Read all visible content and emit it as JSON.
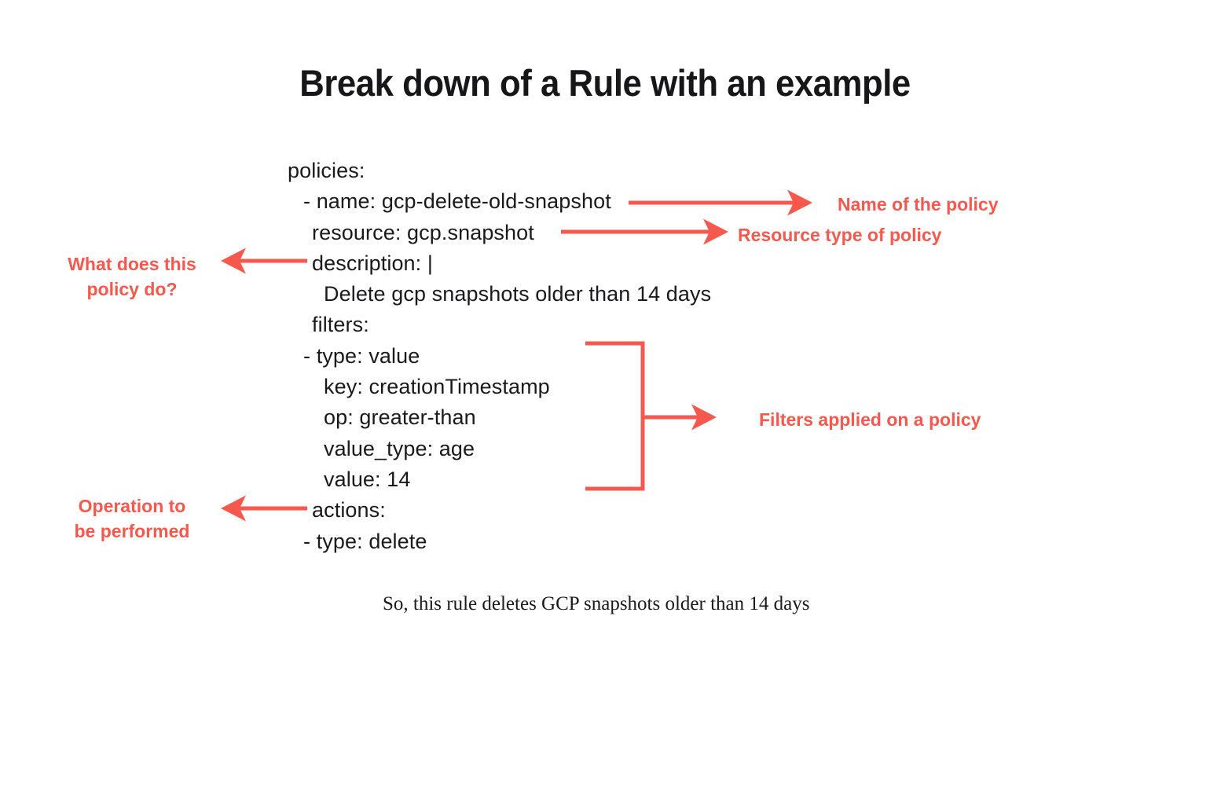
{
  "title": "Break down of a Rule with an example",
  "accent_color": "#f7584e",
  "text_color": "#1a1a1c",
  "background_color": "#ffffff",
  "code_block": {
    "language": "yaml",
    "lines": [
      {
        "text": "policies:",
        "indent": 0
      },
      {
        "text": "- name: gcp-delete-old-snapshot",
        "indent": 1
      },
      {
        "text": "resource: gcp.snapshot",
        "indent": 2
      },
      {
        "text": "description: |",
        "indent": 2
      },
      {
        "text": "Delete gcp snapshots older than 14 days",
        "indent": 3
      },
      {
        "text": "filters:",
        "indent": 2
      },
      {
        "text": "- type: value",
        "indent": 1
      },
      {
        "text": "key: creationTimestamp",
        "indent": 3
      },
      {
        "text": "op: greater-than",
        "indent": 3
      },
      {
        "text": "value_type: age",
        "indent": 3
      },
      {
        "text": "value: 14",
        "indent": 3
      },
      {
        "text": "actions:",
        "indent": 2
      },
      {
        "text": "- type: delete",
        "indent": 1
      }
    ]
  },
  "annotations": {
    "name_of_policy": "Name of the policy",
    "resource_type": "Resource type of policy",
    "filters_applied": "Filters applied on a policy",
    "what_does_policy_do": "What does this\npolicy do?",
    "operation_performed": "Operation to\nbe performed"
  },
  "caption": "So, this rule deletes GCP snapshots older than 14 days"
}
